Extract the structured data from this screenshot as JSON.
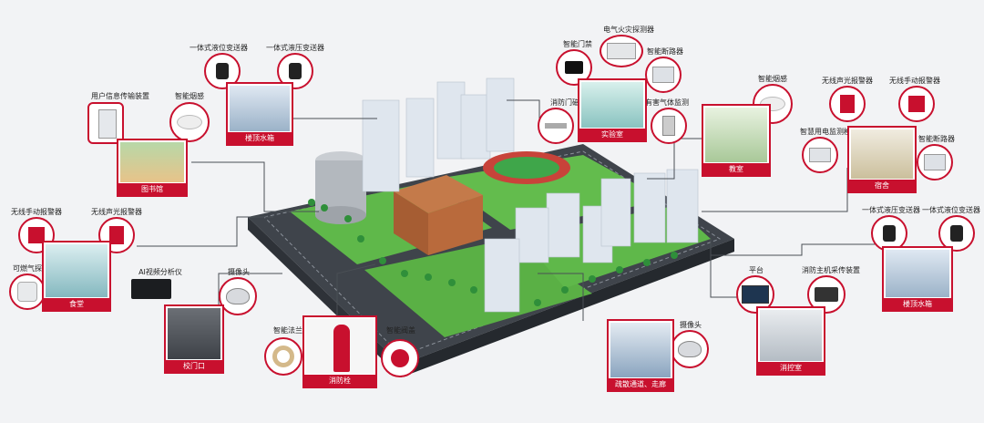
{
  "colors": {
    "accent": "#c8102e",
    "grass": "#5fb84a",
    "road": "#4a5058",
    "building": "#dfe6ee"
  },
  "labels": {
    "user_info_device": "用户信息传输装置",
    "smart_smoke_1": "智能烟感",
    "liquid_level_1": "一体式液位变送器",
    "liquid_pressure_1": "一体式液压变送器",
    "electric_fire": "电气火灾探测器",
    "smart_door": "智能门禁",
    "smart_breaker_1": "智能断路器",
    "fire_door": "消防门磁",
    "gas_monitor": "有害气体监测",
    "smart_smoke_2": "智能烟感",
    "wireless_alarm_1": "无线声光报警器",
    "wireless_manual_1": "无线手动报警器",
    "smart_power": "智慧用电监测模块",
    "smart_breaker_2": "智能断路器",
    "wireless_manual_2": "无线手动报警器",
    "wireless_alarm_2": "无线声光报警器",
    "gas_detector": "可燃气探测器",
    "ai_video": "AI视频分析仪",
    "camera_1": "摄像头",
    "smart_flange": "智能法兰",
    "smart_valve": "智能阀盖",
    "camera_2": "摄像头",
    "platform": "平台",
    "fire_host": "消防主机采传装置",
    "liquid_pressure_2": "一体式液压变送器",
    "liquid_level_2": "一体式液位变送器"
  },
  "areas": {
    "library": "图书馆",
    "roof_tank_1": "楼顶水箱",
    "lab": "实验室",
    "classroom": "教室",
    "dorm": "宿舍",
    "canteen": "食堂",
    "gate": "校门口",
    "hydrant": "消防栓",
    "corridor": "疏散通道、走廊",
    "control": "消控室",
    "roof_tank_2": "楼顶水箱"
  }
}
